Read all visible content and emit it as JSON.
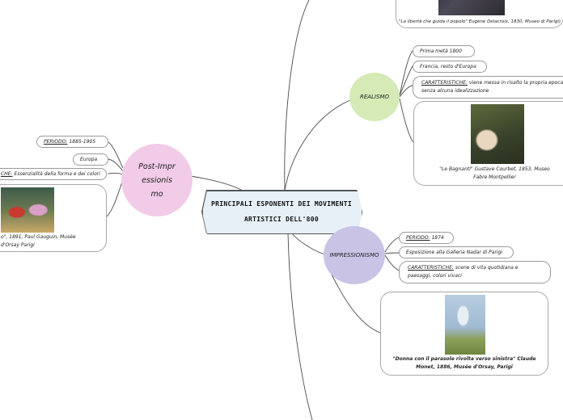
{
  "central": {
    "title": "PRINCIPALI ESPONENTI DEI MOVIMENTI ARTISTICI DELL'800"
  },
  "top_card": {
    "caption": "\"La libertà che guida il popolo\" Eugène Delacroix, 1830, Museo di Parigi)"
  },
  "realismo": {
    "label": "REALISMO",
    "color": "#d5eab5",
    "period": "Prima metà 1800",
    "place": "Francia, resto d'Europa",
    "characteristics_label": "CARATTERISTICHE:",
    "characteristics_text": " viene messa in risalto la propria epoca senza alcuna idealizzazione",
    "caption": "\"Le Bagnanti\" Gustave Courbet, 1853, Museo Fabre Montpellier"
  },
  "impressionismo": {
    "label": "IMPRESSIONISMO",
    "color": "#c9c3e6",
    "period_label": "PERIODO:",
    "period_value": " 1874",
    "exhibition": "Esposizione alla Galleria Nadar di Parigi",
    "characteristics_label": "CARATTERISTICHE:",
    "characteristics_text": " scene di vita quotidiana e paesaggi, colori vivaci",
    "caption": "\"Donna con il parasole rivolta verso sinistra\" Claude Monet, 1886, Musée d'Orsay, Parigi"
  },
  "post": {
    "label": "Post-Impressionismo",
    "color": "#f1cbe8",
    "period_label": "PERIODO:",
    "period_value": " 1885-1905",
    "place": "Europa",
    "characteristics_label": "CHE:",
    "characteristics_text": " Essenzialità della forma e dei colori",
    "caption": "o\", 1891, Paul Gauguin, Musée d'Orsay Parigi"
  }
}
